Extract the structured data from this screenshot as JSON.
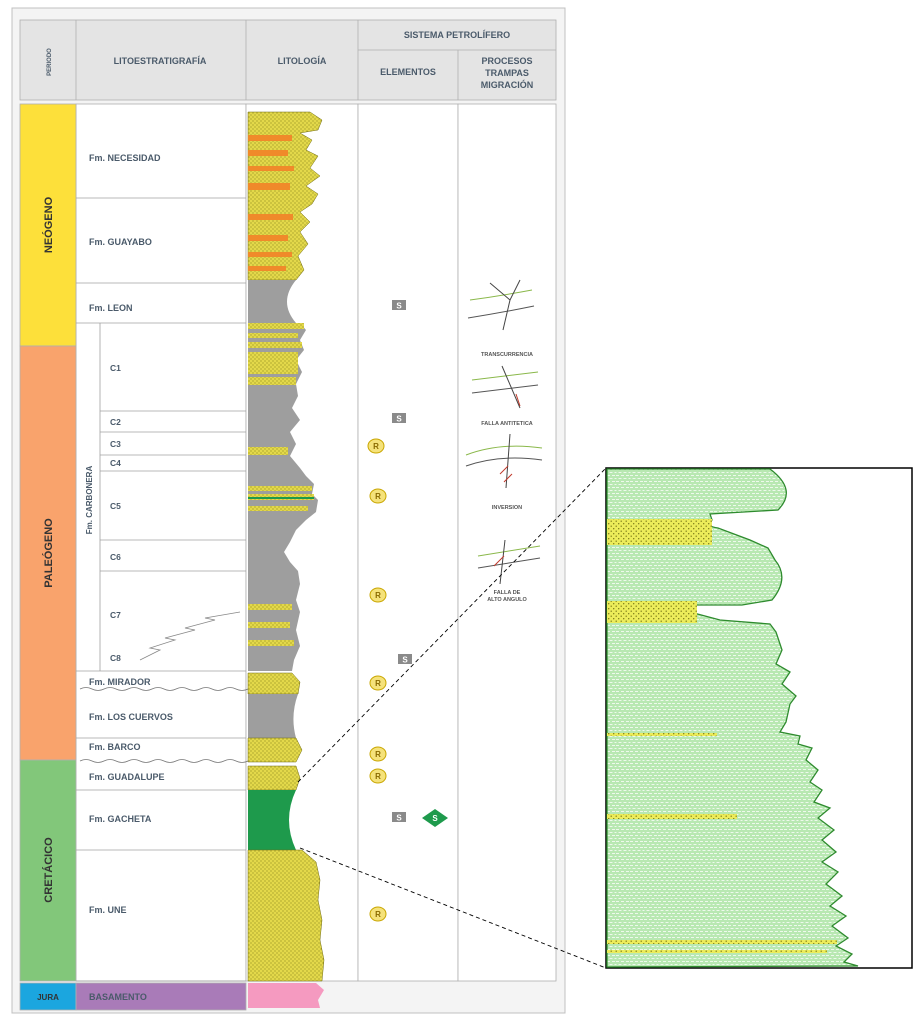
{
  "header": {
    "period": "PERIODO",
    "litho_strat": "LITOESTRATIGRAFÍA",
    "lithology": "LITOLOGÍA",
    "petroleum_system": "SISTEMA PETROLÍFERO",
    "elements": "ELEMENTOS",
    "processes": [
      "PROCESOS",
      "TRAMPAS",
      "MIGRACIÓN"
    ]
  },
  "periods": [
    {
      "label": "NEÓGENO",
      "color": "#fde03a"
    },
    {
      "label": "PALEÓGENO",
      "color": "#f9a36c"
    },
    {
      "label": "CRETÁCICO",
      "color": "#82c77a"
    },
    {
      "label": "JURA",
      "color": "#1ba6df"
    }
  ],
  "formations": {
    "necesidad": "Fm. NECESIDAD",
    "guayabo": "Fm. GUAYABO",
    "leon": "Fm. LEON",
    "carbonera": "Fm. CARBONERA",
    "mirador": "Fm. MIRADOR",
    "los_cuervos": "Fm. LOS CUERVOS",
    "barco": "Fm. BARCO",
    "guadalupe": "Fm. GUADALUPE",
    "gacheta": "Fm. GACHETA",
    "une": "Fm. UNE",
    "basamento": "BASAMENTO"
  },
  "members": [
    "C1",
    "C2",
    "C3",
    "C4",
    "C5",
    "C6",
    "C7",
    "C8"
  ],
  "markers": {
    "seal": "S",
    "reservoir": "R",
    "source": "S"
  },
  "traps": [
    "TRANSCURRENCIA",
    "FALLA ANTITETICA",
    "INVERSION",
    "FALLA DE",
    "ALTO ANGULO"
  ],
  "colors": {
    "sand": "#e3d84a",
    "shale": "#9e9e9e",
    "source_rock": "#1e9a4c",
    "lime_green": "#b5e5b0",
    "basement": "#f59ac0",
    "basement_cell": "#a97bb8",
    "orange": "#f08a2a"
  }
}
